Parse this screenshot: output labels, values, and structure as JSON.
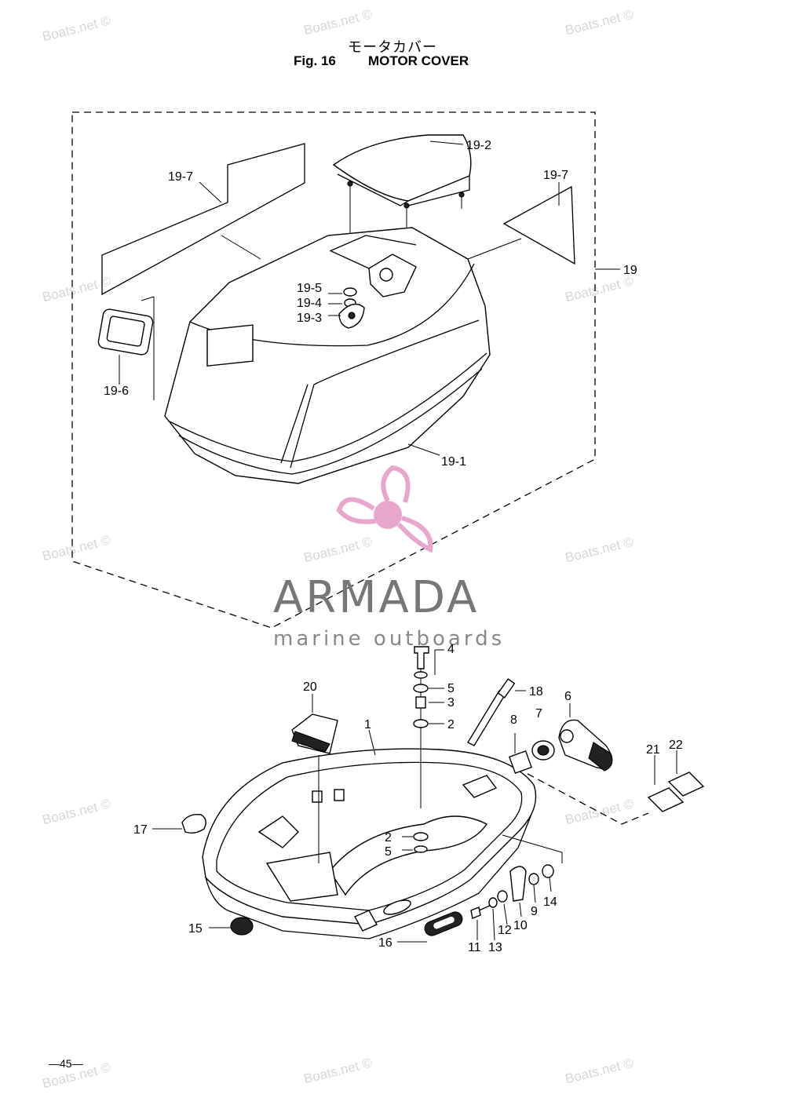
{
  "header": {
    "jp_title": "モータカバー",
    "fig_label": "Fig. 16",
    "title": "MOTOR COVER"
  },
  "page_number": "—45—",
  "watermark": "Boats.net ©",
  "logo": {
    "name": "ARMADA",
    "tagline": "marine outboards",
    "accent_color": "#e8a6cf"
  },
  "callouts": {
    "c19_7a": "19-7",
    "c19_2": "19-2",
    "c19_7b": "19-7",
    "c19": "19",
    "c19_5": "19-5",
    "c19_4": "19-4",
    "c19_3": "19-3",
    "c19_6": "19-6",
    "c19_1": "19-1",
    "c4": "4",
    "c5a": "5",
    "c3": "3",
    "c2a": "2",
    "c18": "18",
    "c6": "6",
    "c7": "7",
    "c8": "8",
    "c20": "20",
    "c1": "1",
    "c21": "21",
    "c22": "22",
    "c17": "17",
    "c2b": "2",
    "c5b": "5",
    "c14": "14",
    "c9": "9",
    "c10": "10",
    "c12": "12",
    "c15": "15",
    "c16": "16",
    "c11": "11",
    "c13": "13"
  }
}
